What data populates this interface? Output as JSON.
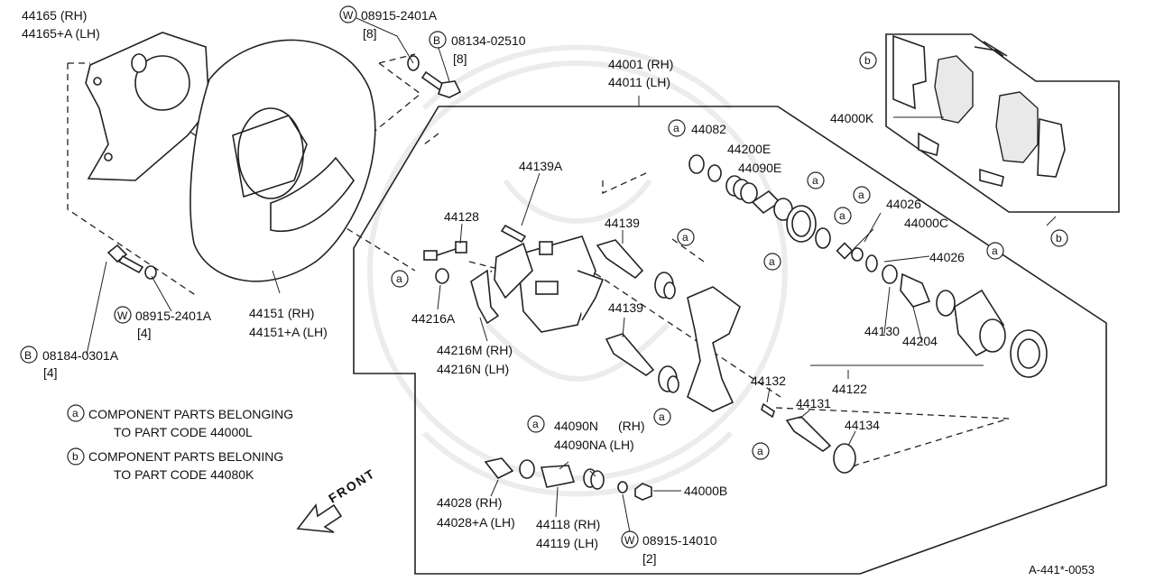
{
  "diagram": {
    "labels": {
      "bp_rh": "44165 (RH)",
      "bp_lh": "44165+A (LH)",
      "w_top_code": "08915-2401A",
      "w_top_qty": "[8]",
      "b_top_code": "08134-02510",
      "b_top_qty": "[8]",
      "caliper_rh": "44001 (RH)",
      "caliper_lh": "44011 (LH)",
      "p44082": "44082",
      "p44200e": "44200E",
      "p44090e": "44090E",
      "p44139a": "44139A",
      "p44128": "44128",
      "p44139_1": "44139",
      "p44139_2": "44139",
      "p44216a": "44216A",
      "p44216m": "44216M (RH)",
      "p44216n": "44216N (LH)",
      "shield_rh": "44151 (RH)",
      "shield_lh": "44151+A  (LH)",
      "w_left_code": "08915-2401A",
      "w_left_qty": "[4]",
      "b_left_code": "08184-0301A",
      "b_left_qty": "[4]",
      "p44000k": "44000K",
      "p44026_1": "44026",
      "p44000c": "44000C",
      "p44026_2": "44026",
      "p44130": "44130",
      "p44204": "44204",
      "p44122": "44122",
      "p44132": "44132",
      "p44131": "44131",
      "p44134": "44134",
      "p44090n": "44090N",
      "p44090n_rh": "(RH)",
      "p44090na": "44090NA (LH)",
      "p44028_rh": "44028 (RH)",
      "p44028_lh": "44028+A (LH)",
      "p44118": "44118 (RH)",
      "p44119": "44119 (LH)",
      "p44000b": "44000B",
      "w_bot_code": "08915-14010",
      "w_bot_qty": "[2]",
      "front": "FRONT",
      "figure_code": "A-441*-0053"
    },
    "letters": {
      "a": "a",
      "b": "b",
      "w": "W",
      "bolt": "B"
    },
    "legend": {
      "a_line1": "COMPONENT PARTS BELONGING",
      "a_line2": "TO PART CODE 44000L",
      "b_line1": "COMPONENT PARTS BELONING",
      "b_line2": "TO PART CODE 44080K"
    }
  }
}
